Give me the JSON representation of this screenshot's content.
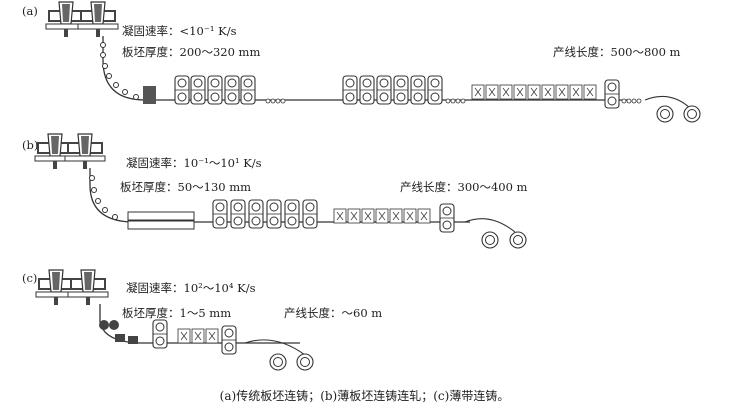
{
  "panels": [
    {
      "letter": "(a)",
      "rate_label": "凝固速率：",
      "rate_value": "<10⁻¹ K/s",
      "thickness_label": "板坯厚度：",
      "thickness_value": "200～320 mm",
      "length_label": "产线长度：",
      "length_value": "500～800 m"
    },
    {
      "letter": "(b)",
      "rate_label": "凝固速率：",
      "rate_value": "10⁻¹～10¹ K/s",
      "thickness_label": "板坯厚度：",
      "thickness_value": "50～130 mm",
      "length_label": "产线长度：",
      "length_value": "300～400 m"
    },
    {
      "letter": "(c)",
      "rate_label": "凝固速率：",
      "rate_value": "10²～10⁴ K/s",
      "thickness_label": "板坯厚度：",
      "thickness_value": "1～5 mm",
      "length_label": "产线长度：",
      "length_value": "～60 m"
    }
  ],
  "caption": "(a)传统板坯连铸；(b)薄板坯连铸连轧；(c)薄带连铸。",
  "colors": {
    "line": "#333333",
    "fill": "#555555",
    "text": "#222222"
  }
}
